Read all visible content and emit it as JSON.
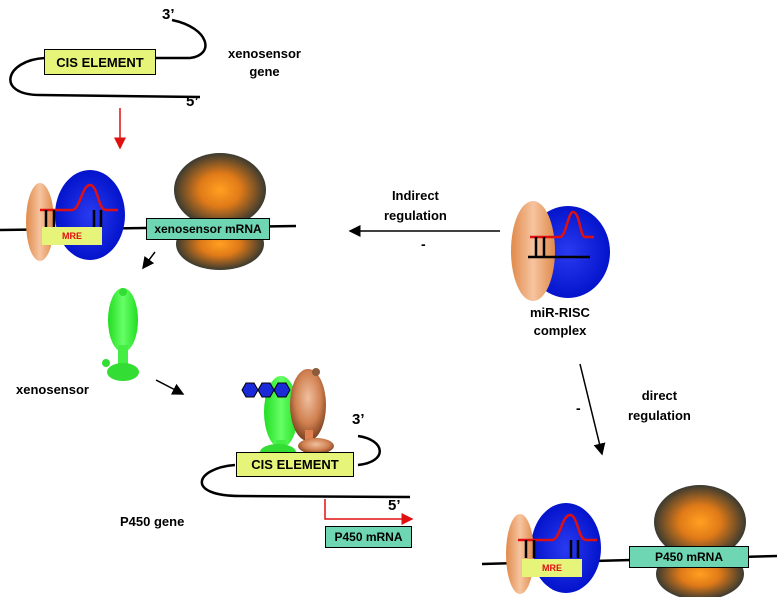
{
  "top_gene": {
    "label": "xenosensor\ngene",
    "cis_element": "CIS ELEMENT",
    "end3": "3’",
    "end5": "5’"
  },
  "xeno_mrna_complex": {
    "mre_label": "MRE",
    "mrna_label": "xenosensor mRNA"
  },
  "mirisc": {
    "label": "miR-RISC\ncomplex",
    "indirect_label": "Indirect\nregulation",
    "indirect_sign": "-",
    "direct_label": "direct\nregulation",
    "direct_sign": "-"
  },
  "xenosensor": {
    "label": "xenosensor"
  },
  "p450_gene": {
    "label": "P450 gene",
    "cis_element": "CIS ELEMENT",
    "end3": "3’",
    "end5": "5’",
    "mrna_label": "P450 mRNA"
  },
  "p450_mrna_complex": {
    "mre_label": "MRE",
    "mrna_label": "P450 mRNA"
  },
  "colors": {
    "cis_box": "#e6f47a",
    "mrna_box": "#6fd6b4",
    "mre_text": "#e01010",
    "ribosome": "#ff9a1f",
    "risc_blue": "#1020e0",
    "risc_orange": "#f0a070",
    "xenosensor_green": "#33ee33",
    "ligand_blue": "#1a2ad8",
    "red_arrow": "#e01010"
  }
}
